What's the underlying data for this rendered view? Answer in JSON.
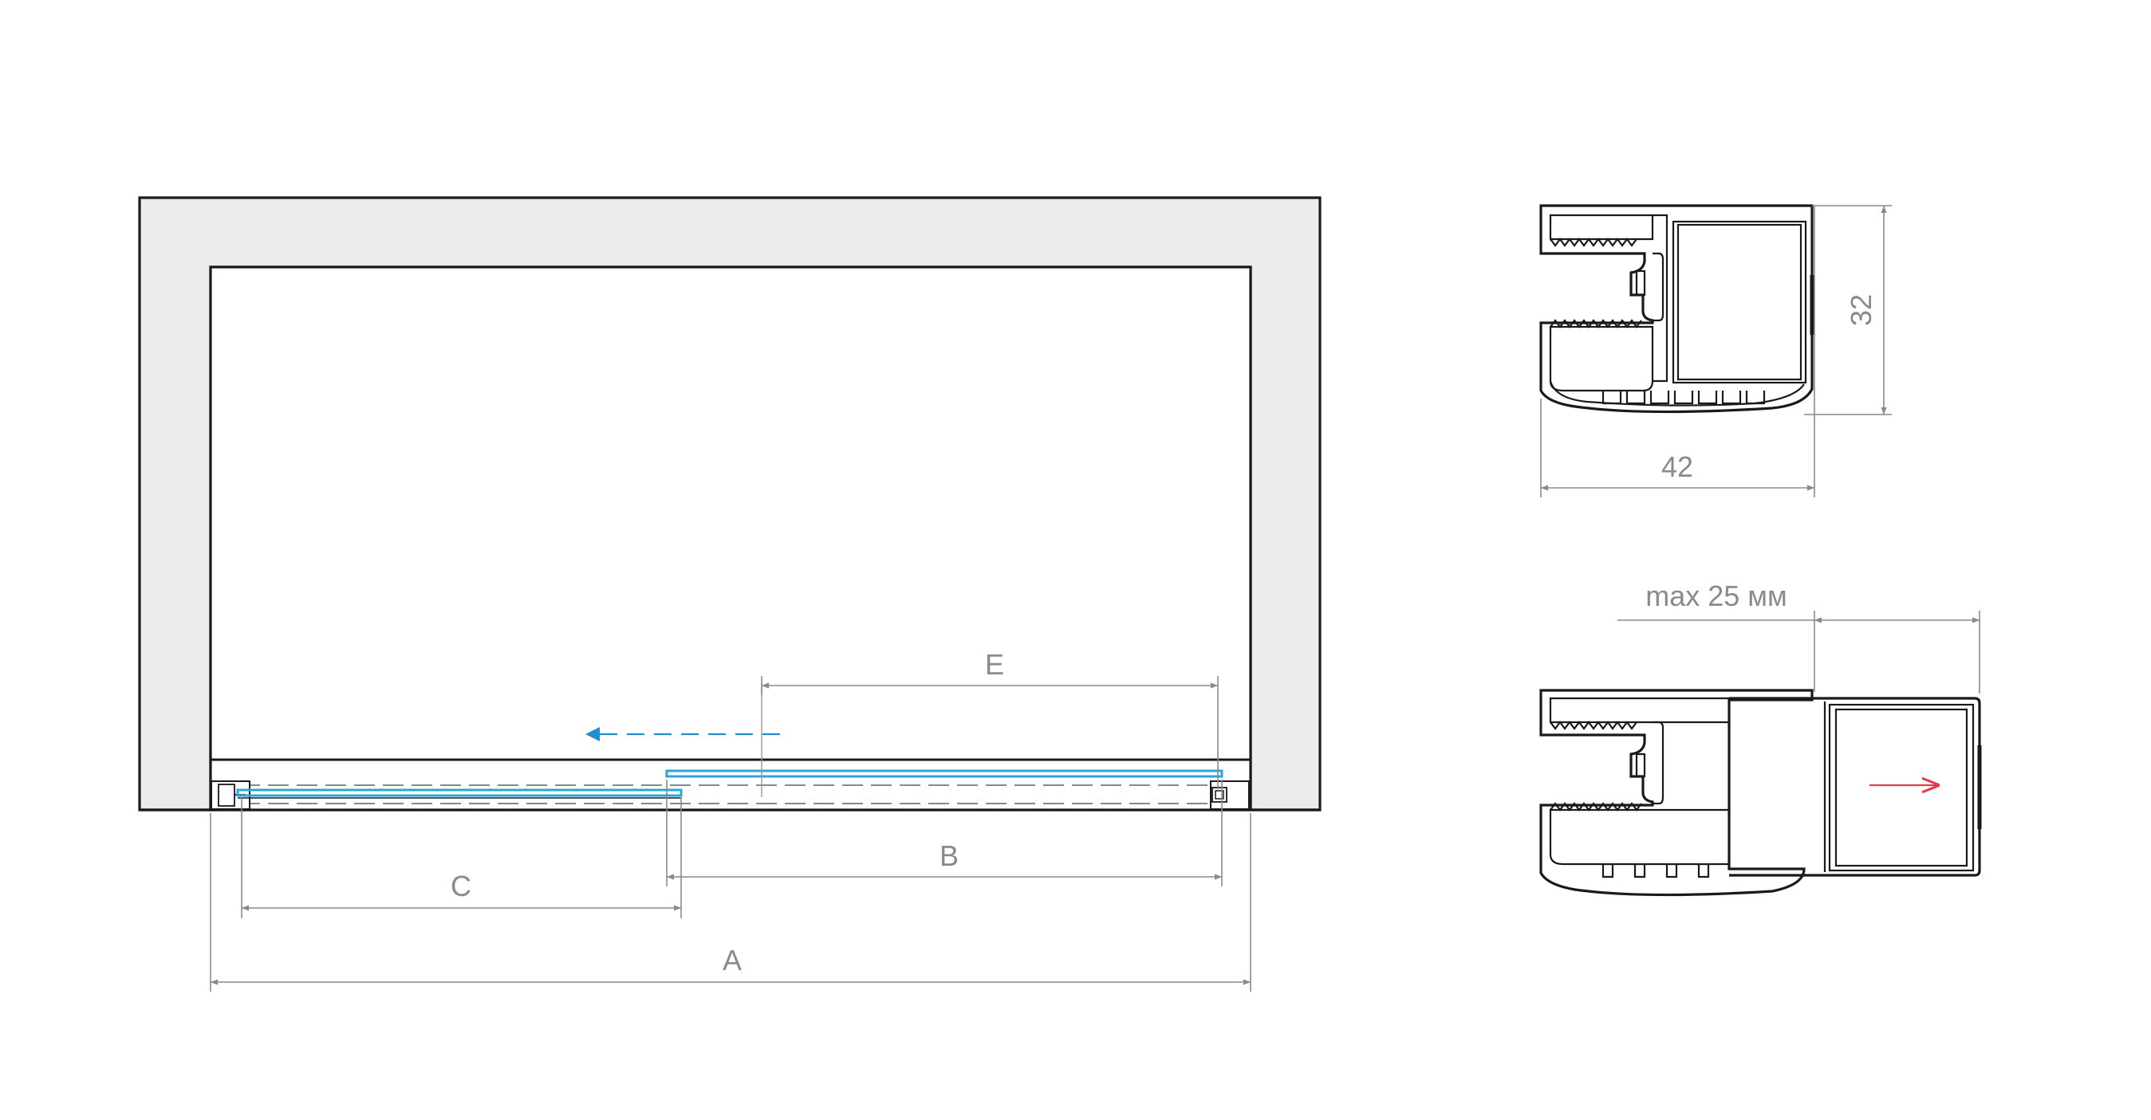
{
  "colors": {
    "wall": "#ececec",
    "outline": "#1a1a1a",
    "dimension": "#8a8a8a",
    "glass": "#2aa7d6",
    "open_arrow": "#1f8fd1",
    "expand_arrow": "#e23a4a"
  },
  "front_view": {
    "labels": {
      "a": "A",
      "b": "B",
      "c": "C",
      "e": "E"
    },
    "icons": {
      "open_direction": "arrow-left-icon"
    }
  },
  "profile_top": {
    "height_label": "32",
    "width_label": "42"
  },
  "profile_bottom": {
    "adjust_label": "max 25 мм",
    "icons": {
      "expand_direction": "arrow-right-icon"
    }
  }
}
